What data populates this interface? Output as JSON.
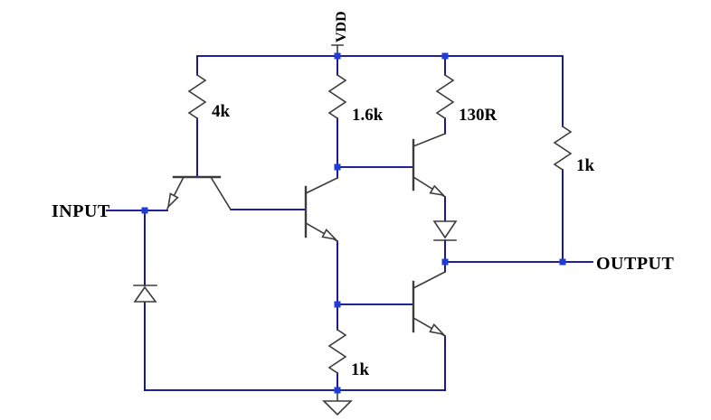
{
  "labels": {
    "power": "VDD",
    "input": "INPUT",
    "output": "OUTPUT"
  },
  "resistors": {
    "r_4k": {
      "value": "4k"
    },
    "r_1k6": {
      "value": "1.6k"
    },
    "r_130r": {
      "value": "130R"
    },
    "r_1k_load": {
      "value": "1k"
    },
    "r_1k_emitter": {
      "value": "1k"
    }
  },
  "colors": {
    "wire": "#00008B",
    "junction": "#1E3CD6",
    "symbol": "#3C3C3C",
    "text": "#000000",
    "background": "#FFFFFF"
  }
}
